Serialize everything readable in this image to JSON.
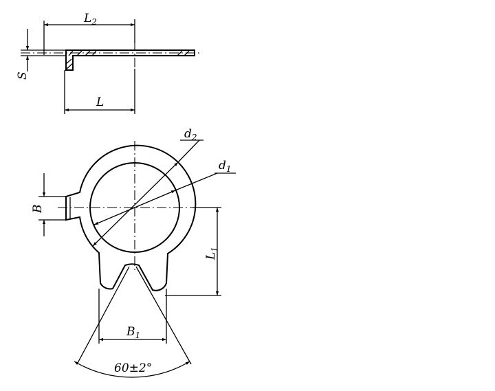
{
  "drawing": {
    "labels": {
      "L2": {
        "main": "L",
        "sub": "2"
      },
      "L": {
        "main": "L"
      },
      "S": {
        "main": "S"
      },
      "d2": {
        "main": "d",
        "sub": "2"
      },
      "d1": {
        "main": "d",
        "sub": "1"
      },
      "B": {
        "main": "B"
      },
      "L1": {
        "main": "L",
        "sub": "1"
      },
      "B1": {
        "main": "B",
        "sub": "1"
      },
      "angle": {
        "main": "60±2°"
      }
    }
  }
}
